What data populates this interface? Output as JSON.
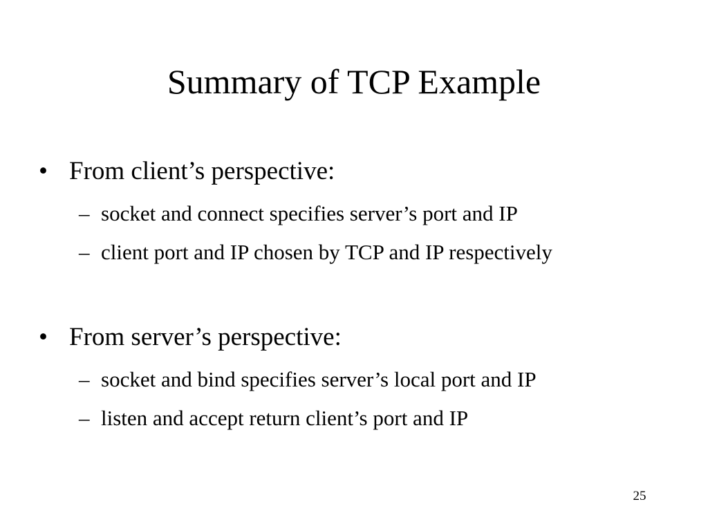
{
  "slide": {
    "title": "Summary of TCP Example",
    "bullets": [
      {
        "marker": "•",
        "text": "From client’s perspective:",
        "sub": [
          {
            "marker": "–",
            "text": "socket and connect specifies server’s port and IP"
          },
          {
            "marker": "–",
            "text": "client port and IP chosen by TCP and IP respectively"
          }
        ]
      },
      {
        "marker": "•",
        "text": "From server’s perspective:",
        "sub": [
          {
            "marker": "–",
            "text": "socket and bind specifies server’s local port and IP"
          },
          {
            "marker": "–",
            "text": "listen and accept return client’s port and IP"
          }
        ]
      }
    ],
    "page_number": "25"
  }
}
